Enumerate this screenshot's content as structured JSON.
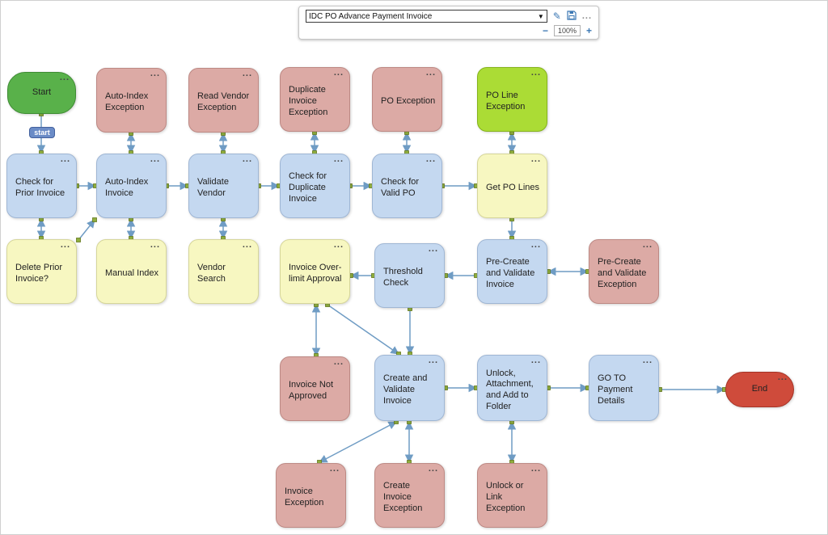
{
  "toolbar": {
    "workflow_select": {
      "value": "IDC PO Advance Payment Invoice",
      "caret": "▼"
    },
    "edit_icon": "✎",
    "more_label": "...",
    "zoom": {
      "out": "−",
      "level": "100%",
      "in": "+"
    }
  },
  "canvas": {
    "start_badge": "start",
    "node_menu": "...",
    "nodes": {
      "start": "Start",
      "check_prior_invoice": "Check for Prior Invoice",
      "delete_prior_invoice": "Delete Prior Invoice?",
      "auto_index_exception": "Auto-Index Exception",
      "auto_index_invoice": "Auto-Index Invoice",
      "manual_index": "Manual Index",
      "read_vendor_exception": "Read Vendor Exception",
      "validate_vendor": "Validate Vendor",
      "vendor_search": "Vendor Search",
      "duplicate_invoice_exception": "Duplicate Invoice Exception",
      "check_duplicate_invoice": "Check for Duplicate Invoice",
      "invoice_overlimit_approval": "Invoice Over-limit Approval",
      "po_exception": "PO Exception",
      "check_valid_po": "Check for Valid PO",
      "threshold_check": "Threshold Check",
      "po_line_exception": "PO Line Exception",
      "get_po_lines": "Get PO Lines",
      "precreate_validate_invoice": "Pre-Create and Validate Invoice",
      "precreate_validate_exception": "Pre-Create and Validate Exception",
      "invoice_not_approved": "Invoice Not Approved",
      "create_validate_invoice": "Create and Validate Invoice",
      "unlock_attachment_folder": "Unlock, Attachment, and Add to Folder",
      "goto_payment_details": "GO TO Payment Details",
      "end": "End",
      "invoice_exception": "Invoice Exception",
      "create_invoice_exception": "Create Invoice Exception",
      "unlock_link_exception": "Unlock or Link Exception"
    }
  }
}
